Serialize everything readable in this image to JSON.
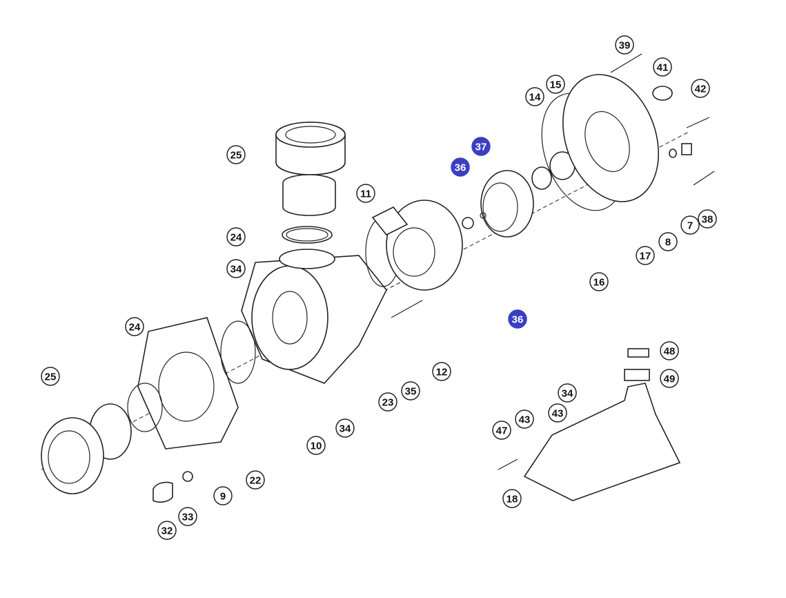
{
  "diagram": {
    "type": "exploded parts diagram",
    "highlight_color": "#3b3fbf",
    "callouts": [
      {
        "label": "39",
        "highlight": false
      },
      {
        "label": "41",
        "highlight": false
      },
      {
        "label": "42",
        "highlight": false
      },
      {
        "label": "14",
        "highlight": false
      },
      {
        "label": "15",
        "highlight": false
      },
      {
        "label": "37",
        "highlight": true
      },
      {
        "label": "36",
        "highlight": true
      },
      {
        "label": "36",
        "highlight": true
      },
      {
        "label": "25",
        "highlight": false
      },
      {
        "label": "11",
        "highlight": false
      },
      {
        "label": "24",
        "highlight": false
      },
      {
        "label": "34",
        "highlight": false
      },
      {
        "label": "7",
        "highlight": false
      },
      {
        "label": "38",
        "highlight": false
      },
      {
        "label": "8",
        "highlight": false
      },
      {
        "label": "17",
        "highlight": false
      },
      {
        "label": "16",
        "highlight": false
      },
      {
        "label": "12",
        "highlight": false
      },
      {
        "label": "24",
        "highlight": false
      },
      {
        "label": "23",
        "highlight": false
      },
      {
        "label": "35",
        "highlight": false
      },
      {
        "label": "10",
        "highlight": false
      },
      {
        "label": "34",
        "highlight": false
      },
      {
        "label": "25",
        "highlight": false
      },
      {
        "label": "22",
        "highlight": false
      },
      {
        "label": "9",
        "highlight": false
      },
      {
        "label": "48",
        "highlight": false
      },
      {
        "label": "49",
        "highlight": false
      },
      {
        "label": "34",
        "highlight": false
      },
      {
        "label": "43",
        "highlight": false
      },
      {
        "label": "43",
        "highlight": false
      },
      {
        "label": "47",
        "highlight": false
      },
      {
        "label": "18",
        "highlight": false
      },
      {
        "label": "32",
        "highlight": false
      },
      {
        "label": "33",
        "highlight": false
      }
    ]
  }
}
